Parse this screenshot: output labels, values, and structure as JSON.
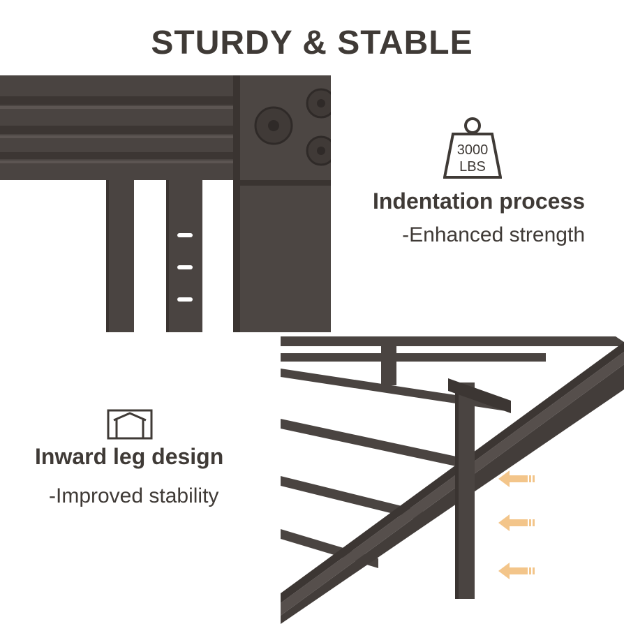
{
  "header": {
    "title": "STURDY & STABLE"
  },
  "weight_badge": {
    "line1": "3000",
    "line2": "LBS"
  },
  "features": [
    {
      "title": "Indentation process",
      "subtitle": "-Enhanced strength"
    },
    {
      "title": "Inward leg design",
      "subtitle": "-Improved stability"
    }
  ],
  "colors": {
    "metal": "#4a4441",
    "text": "#3f3a36",
    "arrow": "#f3c58a"
  },
  "icons": [
    "weight-icon",
    "frame-icon",
    "arrow-icon"
  ]
}
